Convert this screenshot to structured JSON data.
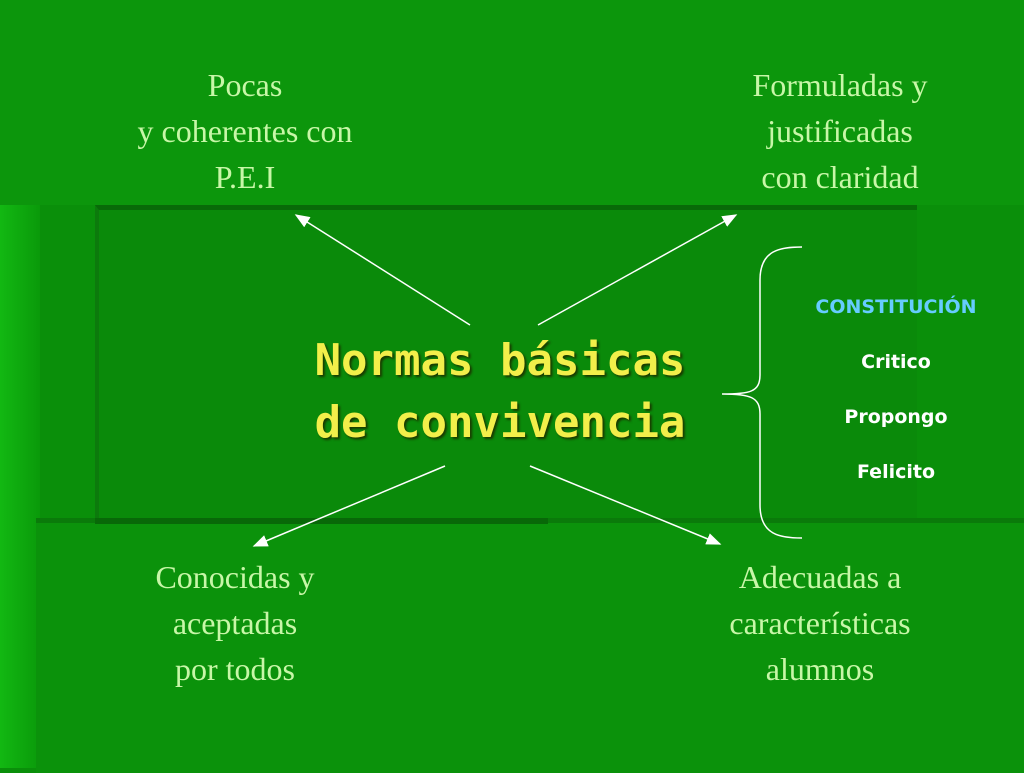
{
  "center": {
    "line1": "Normas básicas",
    "line2": "de convivencia"
  },
  "nodes": {
    "top_left": [
      "Pocas",
      "y coherentes con",
      "P.E.I"
    ],
    "top_right": [
      "Formuladas y",
      "justificadas",
      "con claridad"
    ],
    "bottom_left": [
      "Conocidas y",
      "aceptadas",
      "por todos"
    ],
    "bottom_right": [
      "Adecuadas a",
      "características",
      "alumnos"
    ]
  },
  "bracket_items": [
    "CONSTITUCIÓN",
    "Critico",
    "Propongo",
    "Felicito"
  ],
  "colors": {
    "background": "#0a8f0a",
    "node_text": "#c8f7a8",
    "center_text": "#f2ef4a",
    "highlight_item": "#66ccff",
    "arrow": "#ffffff"
  }
}
